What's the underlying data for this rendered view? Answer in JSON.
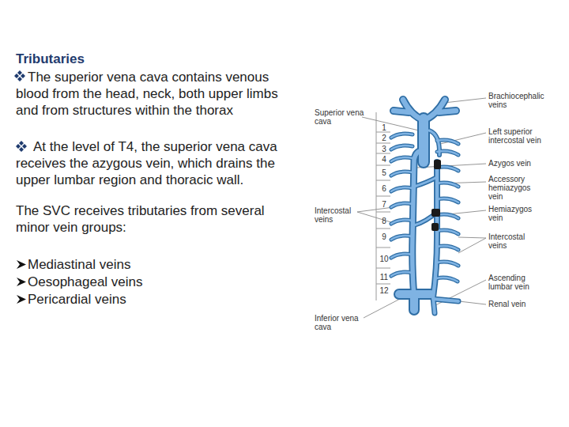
{
  "diagram": {
    "title": "Tributaries",
    "labels": [
      "The superior vena cava contains venous blood from the head, neck, both upper limbs and from structures within the thorax",
      "At the level of T4, the superior vena cava receives the azygous vein, which drains the upper lumbar region and thoracic wall.",
      "The SVC receives tributaries from several minor vein groups:",
      "Mediastinal veins",
      "Oesophageal veins",
      "Pericardial veins",
      "Superior vena cava",
      "Brachiocephalic veins",
      "1",
      "2",
      "3",
      "4",
      "5",
      "6",
      "7",
      "8",
      "9",
      "10",
      "11",
      "12",
      "Left superior intercostal vein",
      "Azygos vein",
      "Accessory hemiazygos vein",
      "Intercostal veins",
      "Hemiazygos vein",
      "Intercostal veins",
      "Ascending lumbar vein",
      "Inferior vena cava",
      "Renal vein"
    ]
  }
}
